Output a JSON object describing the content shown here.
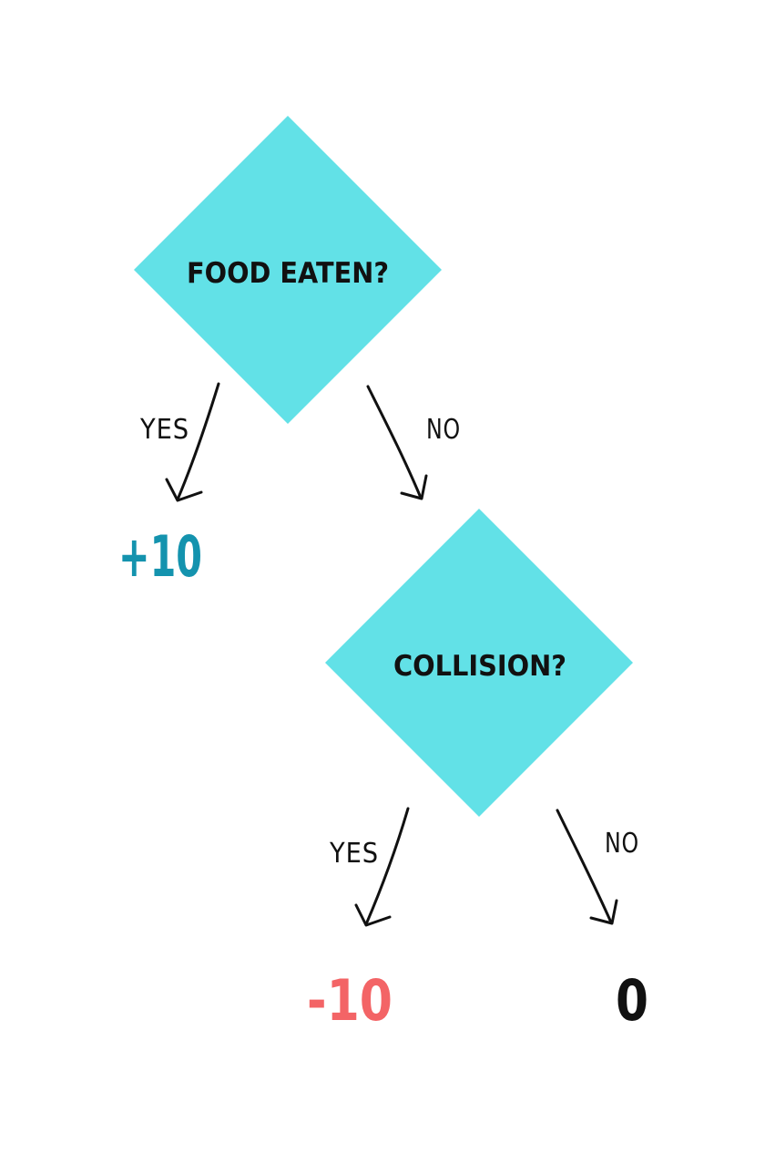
{
  "decisions": {
    "food": {
      "label": "FOOD EATEN?"
    },
    "collision": {
      "label": "COLLISION?"
    }
  },
  "branches": {
    "food_yes": "YES",
    "food_no": "NO",
    "collision_yes": "YES",
    "collision_no": "NO"
  },
  "outcomes": {
    "food_yes": "+10",
    "collision_yes": "-10",
    "collision_no": "0"
  },
  "colors": {
    "diamond_fill": "#62E1E7",
    "positive": "#1493AE",
    "negative": "#F36466",
    "neutral": "#111111"
  }
}
